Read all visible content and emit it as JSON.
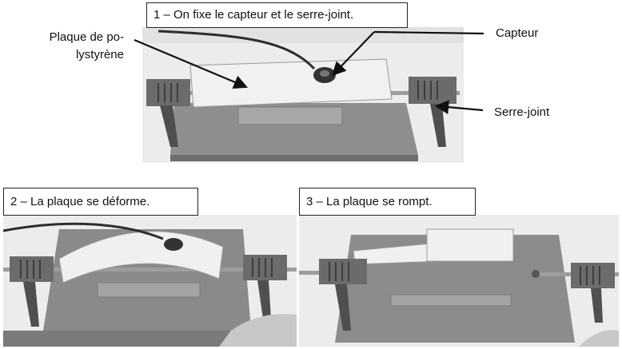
{
  "step1": {
    "caption": "1 – On fixe le capteur et le serre-joint."
  },
  "step2": {
    "caption": "2 – La plaque se déforme."
  },
  "step3": {
    "caption": "3 – La plaque se rompt."
  },
  "labels": {
    "plaque_line1": "Plaque de po-",
    "plaque_line2": "lystyrène",
    "capteur": "Capteur",
    "serre_joint": "Serre-joint"
  }
}
